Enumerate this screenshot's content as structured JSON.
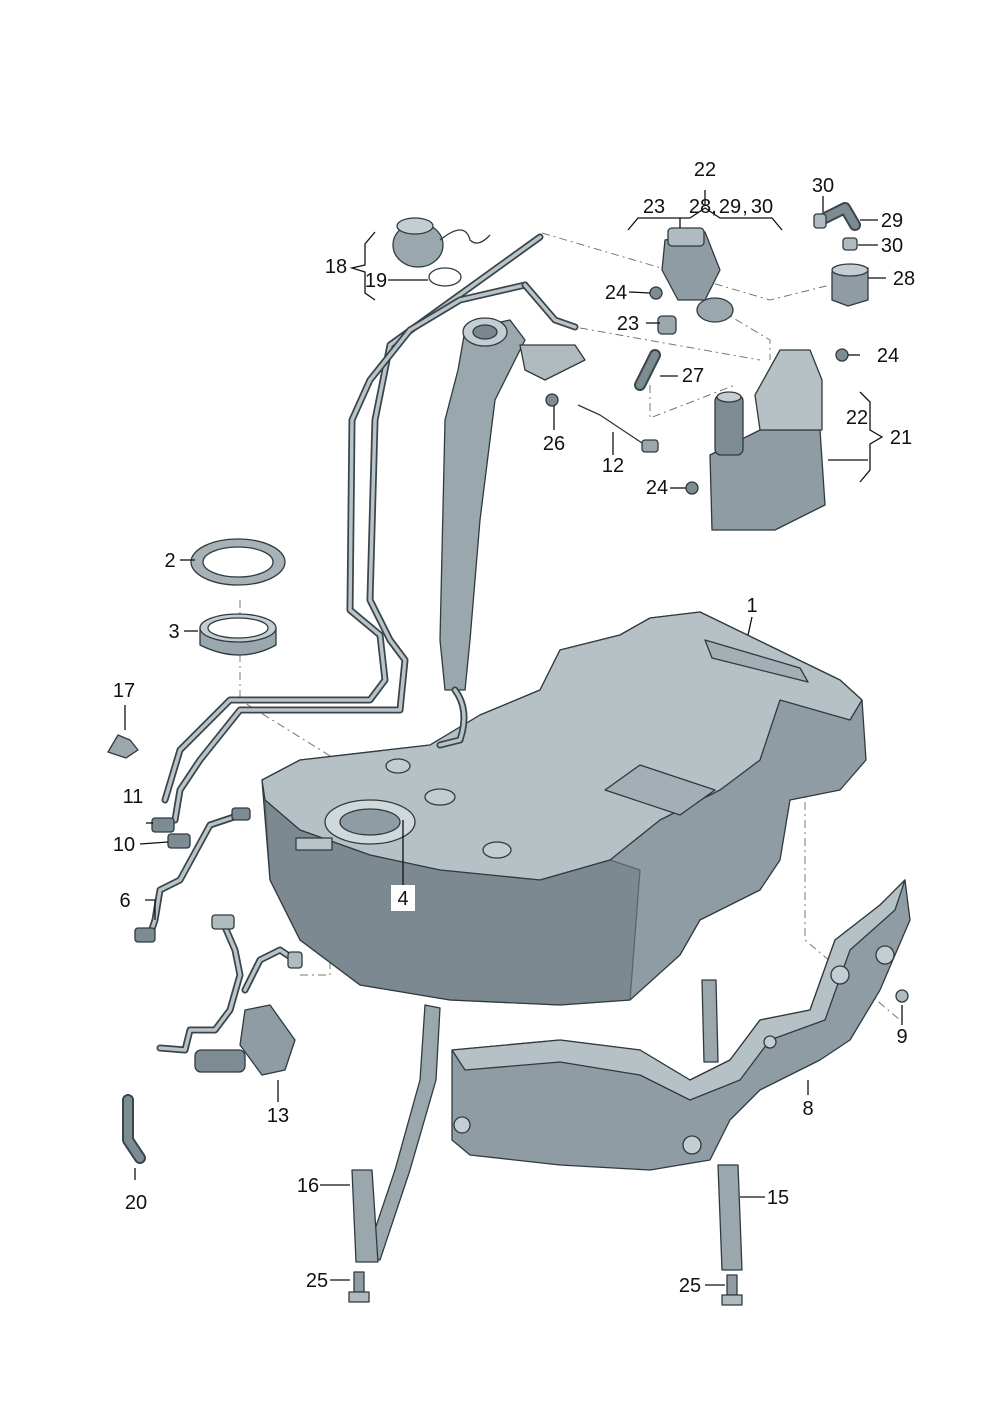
{
  "diagram": {
    "colors": {
      "part_fill": "#8f9ca3",
      "part_light": "#b6c1c6",
      "part_dark": "#5d6a71",
      "line": "#111111"
    },
    "callouts": {
      "c1": "1",
      "c2": "2",
      "c3": "3",
      "c4": "4",
      "c6": "6",
      "c8": "8",
      "c9": "9",
      "c10": "10",
      "c11": "11",
      "c12": "12",
      "c13": "13",
      "c15": "15",
      "c16": "16",
      "c17": "17",
      "c18": "18",
      "c19": "19",
      "c20": "20",
      "c21": "21",
      "c22_top": "22",
      "c22_side": "22",
      "c23_a": "23",
      "c23_b": "23",
      "c24_a": "24",
      "c24_b": "24",
      "c24_c": "24",
      "c25_a": "25",
      "c25_b": "25",
      "c26": "26",
      "c27": "27",
      "c28_a": "28",
      "c28_b": "28",
      "c29_a": "29",
      "c29_b": "29",
      "c30_a": "30",
      "c30_b": "30",
      "c30_c": "30"
    },
    "bracket_group_22": {
      "label": "22",
      "members": [
        "23",
        "28",
        "29",
        "30"
      ]
    }
  }
}
